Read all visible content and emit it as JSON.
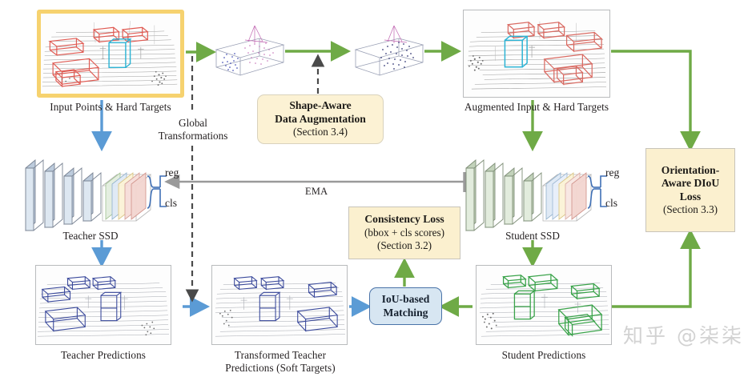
{
  "figure": {
    "title": "Semi-supervised 3D object detection teacher-student framework diagram",
    "watermark": "知乎 @柒柒"
  },
  "panels": {
    "input": {
      "caption": "Input Points & Hard Targets",
      "border_color": "#f6d26f",
      "box_color": "#e05a52",
      "highlight_box_color": "#2bb3d4"
    },
    "augmented": {
      "caption": "Augmented Input & Hard Targets",
      "border_color": "#b9bbbd",
      "box_color": "#d96a62",
      "highlight_box_color": "#2bb3d4"
    },
    "teacher_pred": {
      "caption": "Teacher Predictions",
      "border_color": "#b9bbbd",
      "box_color": "#3b4a9c"
    },
    "transformed_pred": {
      "caption": "Transformed Teacher\nPredictions (Soft Targets)",
      "border_color": "#b9bbbd",
      "box_color": "#3b4a9c"
    },
    "student_pred": {
      "caption": "Student Predictions",
      "border_color": "#b9bbbd",
      "box_color": "#3aa34a"
    },
    "shape_src": {
      "caption": "",
      "point_colors": [
        "#2330a8",
        "#c065b0"
      ]
    },
    "shape_dst": {
      "caption": "",
      "point_colors": [
        "#2a2f6e",
        "#c065b0"
      ]
    }
  },
  "networks": {
    "teacher": {
      "label": "Teacher SSD",
      "slab_color": "#cfdcea",
      "head_reg": "reg",
      "head_cls": "cls"
    },
    "student": {
      "label": "Student SSD",
      "slab_color": "#d6e3cf",
      "head_reg": "reg",
      "head_cls": "cls"
    }
  },
  "notes": {
    "shape_aware": {
      "line1": "Shape-Aware",
      "line2": "Data Augmentation",
      "line3": "(Section 3.4)",
      "fill": "#fcf2d4"
    },
    "consistency": {
      "line1": "Consistency Loss",
      "line2": "(bbox + cls scores)",
      "line3": "(Section 3.2)",
      "fill": "#fbf0cf"
    },
    "diou": {
      "line1": "Orientation-",
      "line2": "Aware DIoU",
      "line3": "Loss",
      "line4": "(Section 3.3)",
      "fill": "#fbf0cf"
    },
    "matching": {
      "line1": "IoU-based",
      "line2": "Matching",
      "fill": "#d7e6f2"
    }
  },
  "edges": {
    "ema_label": "EMA",
    "global_transform_label": "Global\nTransformations",
    "colors": {
      "green": "#6faa46",
      "blue": "#5b9bd5",
      "gray": "#9a9a9a",
      "dashed": "#4a4a4a"
    }
  }
}
